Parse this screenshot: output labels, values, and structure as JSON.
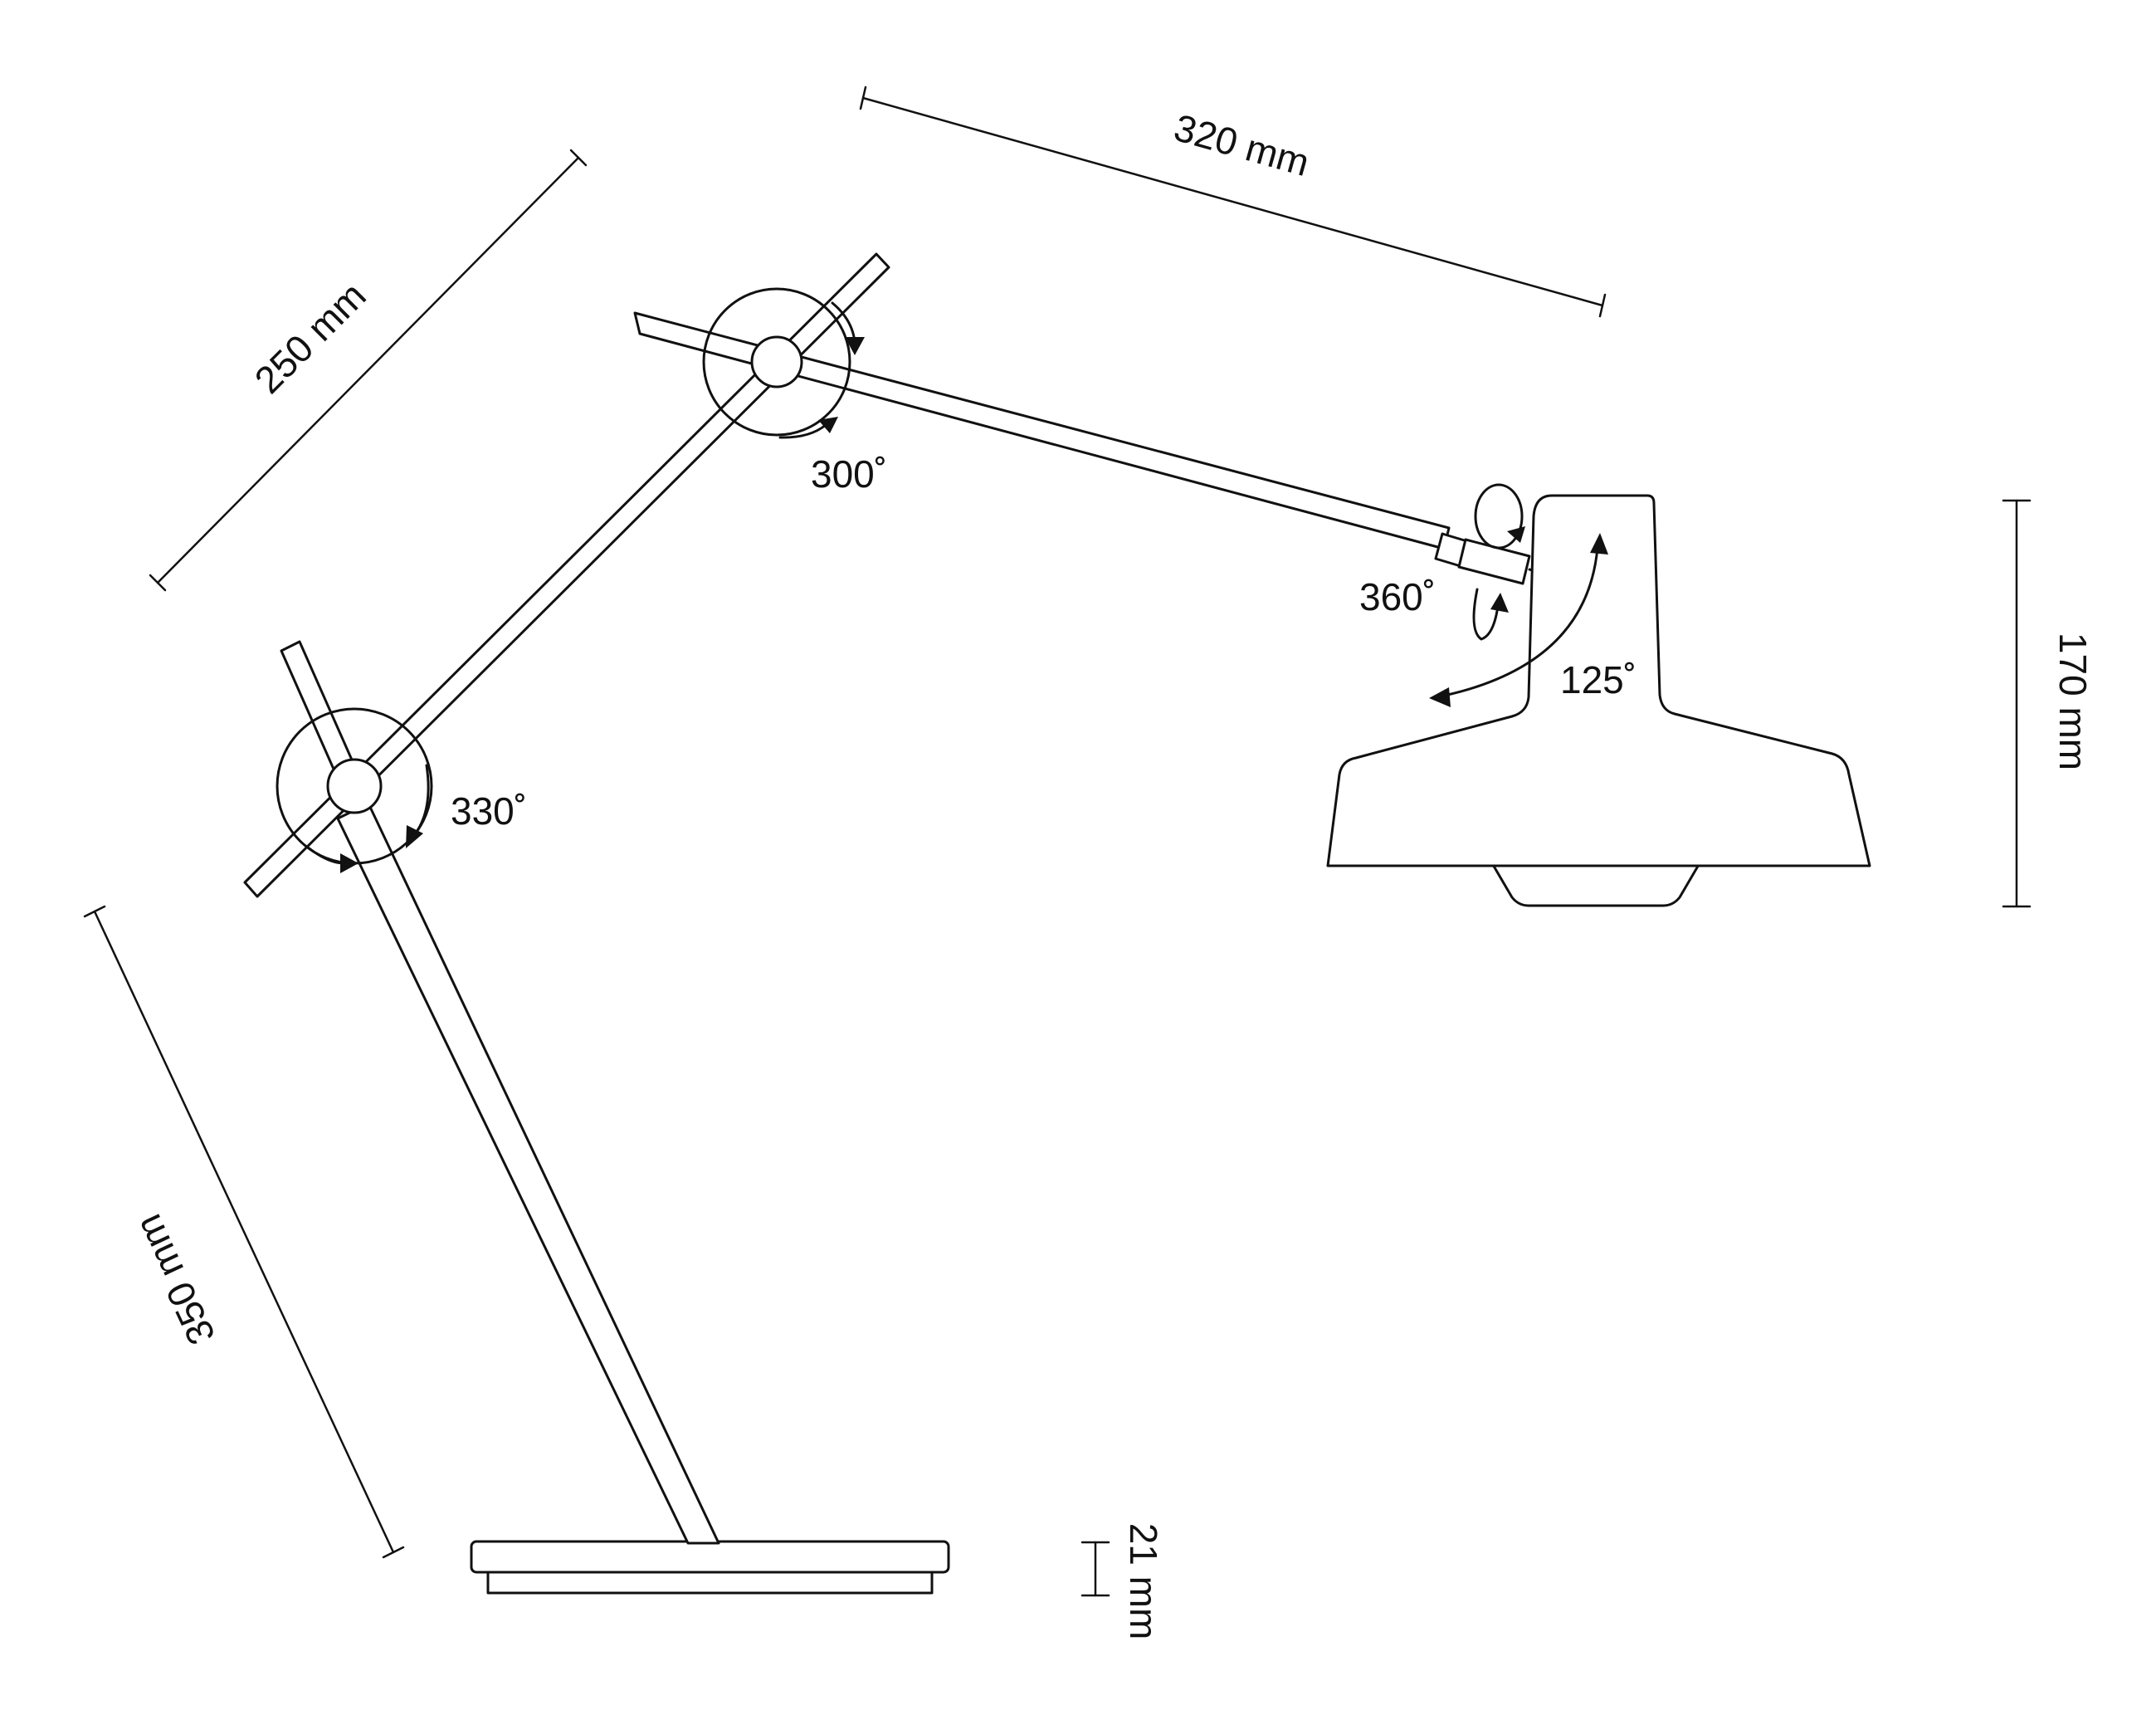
{
  "dimensions": {
    "lower_arm": "350 mm",
    "middle_arm": "250 mm",
    "upper_arm": "320 mm",
    "shade_height": "170 mm",
    "base_height": "21 mm"
  },
  "rotations": {
    "lower_joint": "330˚",
    "upper_joint": "300˚",
    "arm_swivel": "360˚",
    "shade_tilt": "125˚"
  },
  "colors": {
    "line": "#111111",
    "background": "#ffffff"
  }
}
